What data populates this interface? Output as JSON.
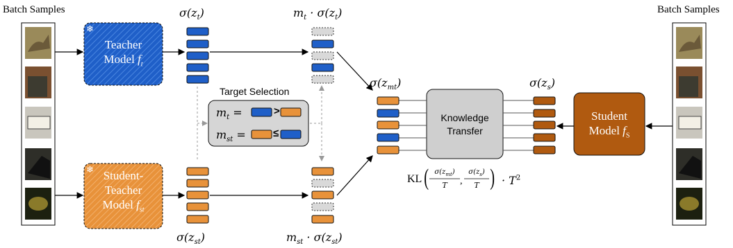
{
  "left_panel": {
    "title": "Batch Samples"
  },
  "right_panel": {
    "title": "Batch Samples"
  },
  "teacher": {
    "line1": "Teacher",
    "line2": "Model",
    "symbol": "f",
    "sub": "t"
  },
  "student_teacher": {
    "line1": "Student-",
    "line2": "Teacher",
    "line3": "Model",
    "symbol": "f",
    "sub": "st"
  },
  "student": {
    "line1": "Student",
    "line2": "Model",
    "symbol": "f",
    "sub": "S"
  },
  "knowledge_transfer": {
    "line1": "Knowledge",
    "line2": "Transfer"
  },
  "target_selection": {
    "title": "Target Selection",
    "rule1_lhs": "m",
    "rule1_sub": "t",
    "rule1_op": ">",
    "rule2_lhs": "m",
    "rule2_sub": "st",
    "rule2_op": "≤",
    "eq": "="
  },
  "labels": {
    "sigma_zt": "σ(z",
    "sigma_zt_sub": "t",
    "mt_sigma": "m",
    "mt_sigma_sub": "t",
    "mt_sigma_rest": " · σ(z",
    "sigma_zst": "σ(z",
    "sigma_zst_sub": "st",
    "mst_sigma": "m",
    "mst_sigma_sub": "st",
    "mst_sigma_rest": " · σ(z",
    "sigma_zmt": "σ(z",
    "sigma_zmt_sub": "mt",
    "sigma_zs": "σ(z",
    "sigma_zs_sub": "s",
    "close": ")"
  },
  "loss": {
    "prefix": "KL",
    "suffix": "· T",
    "power": "2"
  },
  "colors": {
    "blue": "#1f5fc8",
    "orange": "#e8923a",
    "brown": "#b05a10",
    "gray_box": "#cfcfcf",
    "dashed_gray": "#d9d9d9"
  },
  "icons": {
    "snowflake": "snowflake-icon"
  }
}
